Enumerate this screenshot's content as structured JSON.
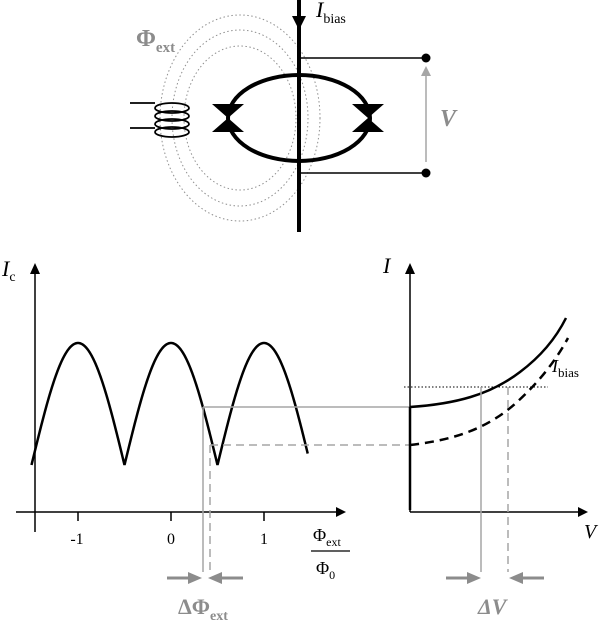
{
  "colors": {
    "ink": "#000000",
    "accent_gray": "#8c8c8c",
    "light_gray": "#a6a6a6",
    "dotted": "#8f8f8f"
  },
  "squid": {
    "flux_label": "Φ",
    "flux_sub": "ext",
    "bias_label": "I",
    "bias_sub": "bias",
    "voltage_label": "V"
  },
  "left_plot": {
    "ylabel": "I",
    "ylabel_sub": "c",
    "x_ticks": [
      "-1",
      "0",
      "1"
    ],
    "frac_num": "Φ",
    "frac_num_sub": "ext",
    "frac_den": "Φ",
    "frac_den_sub": "0",
    "delta_label": "ΔΦ",
    "delta_sub": "ext"
  },
  "right_plot": {
    "ylabel": "I",
    "xlabel": "V",
    "bias_label": "I",
    "bias_sub": "bias",
    "delta_label": "ΔV"
  }
}
